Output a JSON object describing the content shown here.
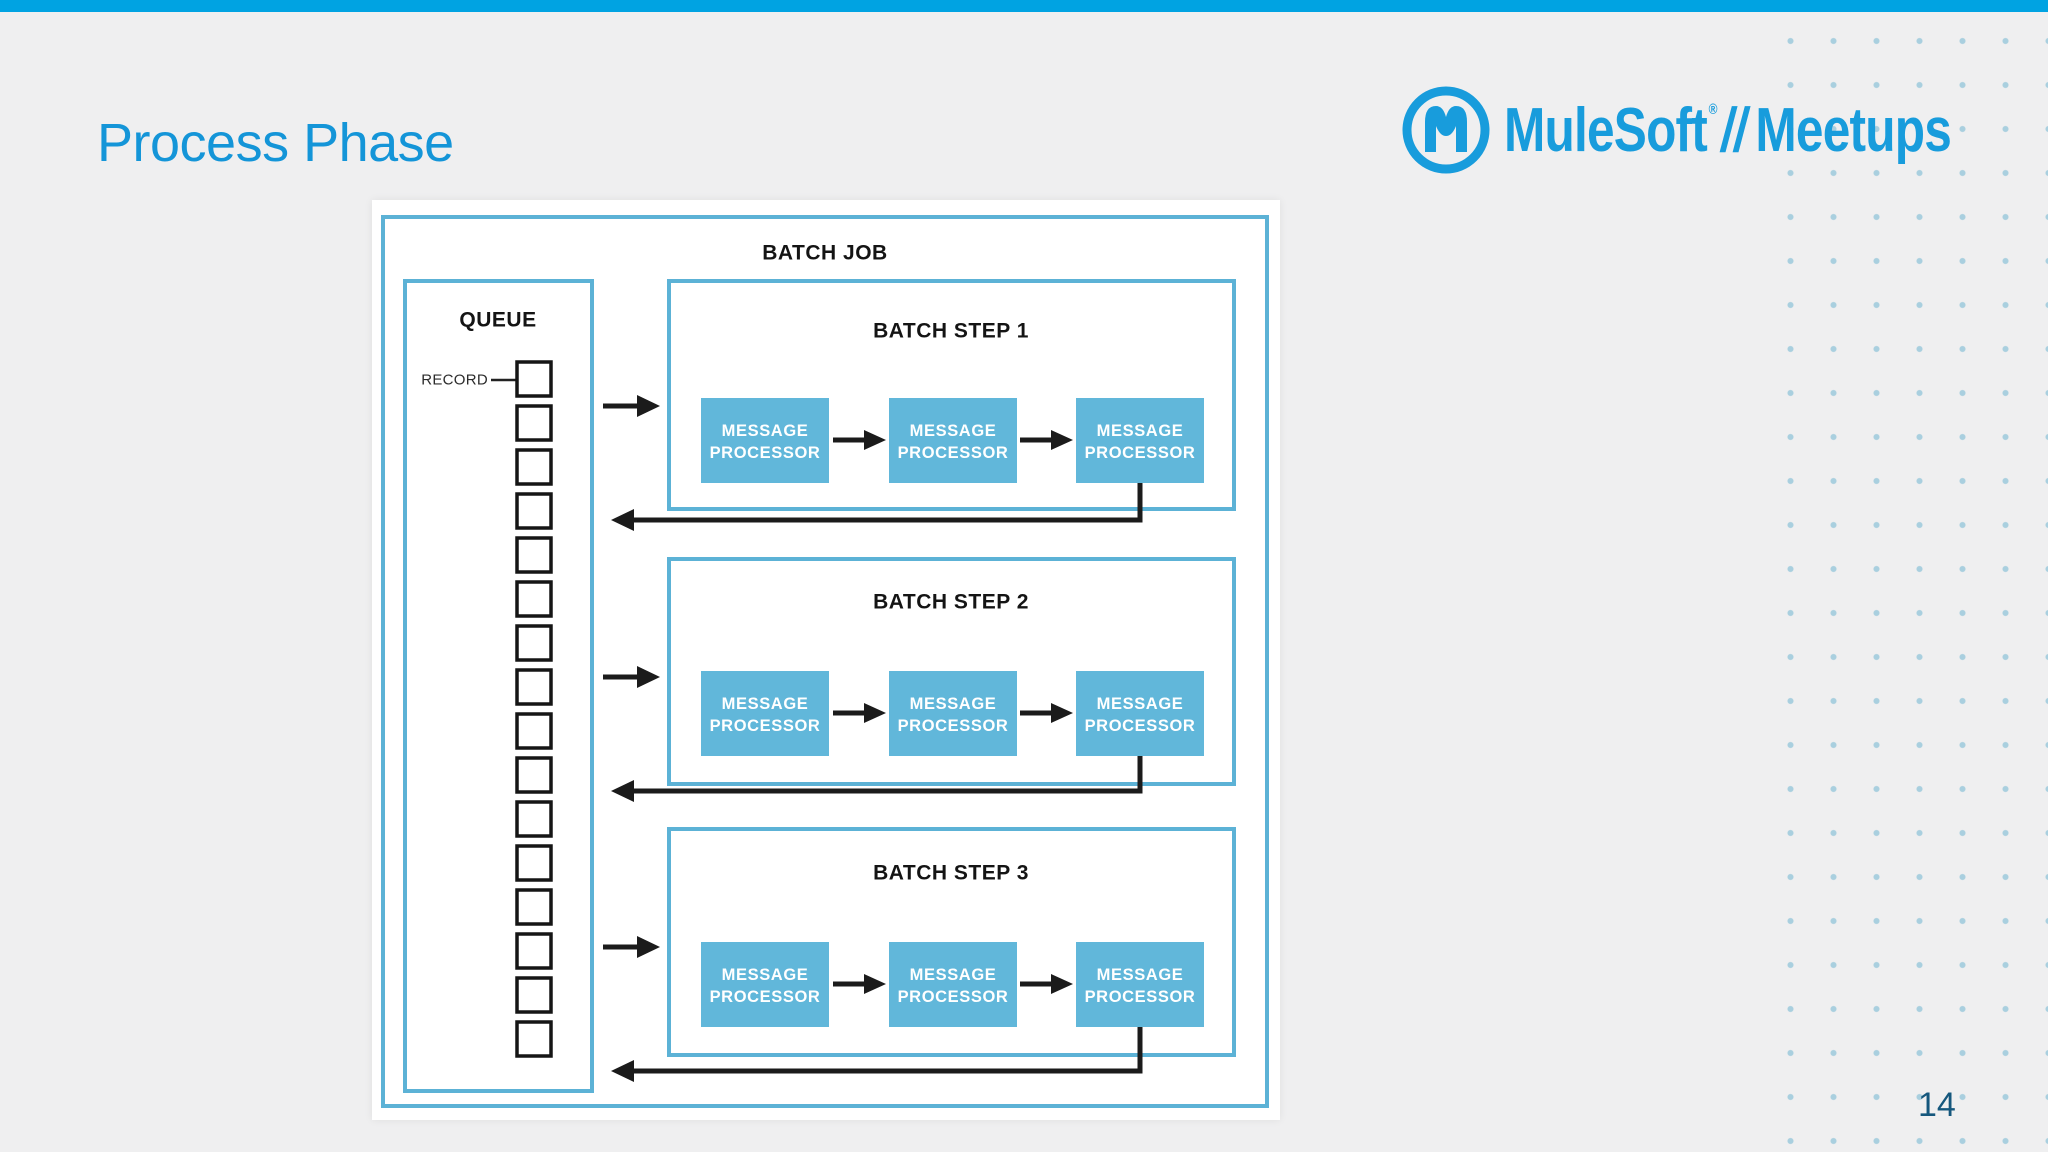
{
  "slide": {
    "title": "Process Phase",
    "page_number": "14",
    "background_color": "#EFEFF0",
    "top_bar_color": "#00A3E2"
  },
  "logo": {
    "brand": "MuleSoft",
    "registered_mark": "®",
    "separator": "//",
    "suffix": "Meetups",
    "color": "#189CDC"
  },
  "diagram": {
    "batch_job_label": "BATCH JOB",
    "queue": {
      "label": "QUEUE",
      "record_label": "RECORD",
      "record_count": 16
    },
    "steps": [
      {
        "label": "BATCH STEP 1"
      },
      {
        "label": "BATCH STEP 2"
      },
      {
        "label": "BATCH STEP 3"
      }
    ],
    "processor_label_line1": "MESSAGE",
    "processor_label_line2": "PROCESSOR",
    "colors": {
      "border_blue": "#5CB2D6",
      "processor_fill": "#61B7DA",
      "line_black": "#1B1B1B",
      "dot_color": "#A9CFDF",
      "title_blue": "#1495D8",
      "page_number_color": "#15577D"
    }
  }
}
